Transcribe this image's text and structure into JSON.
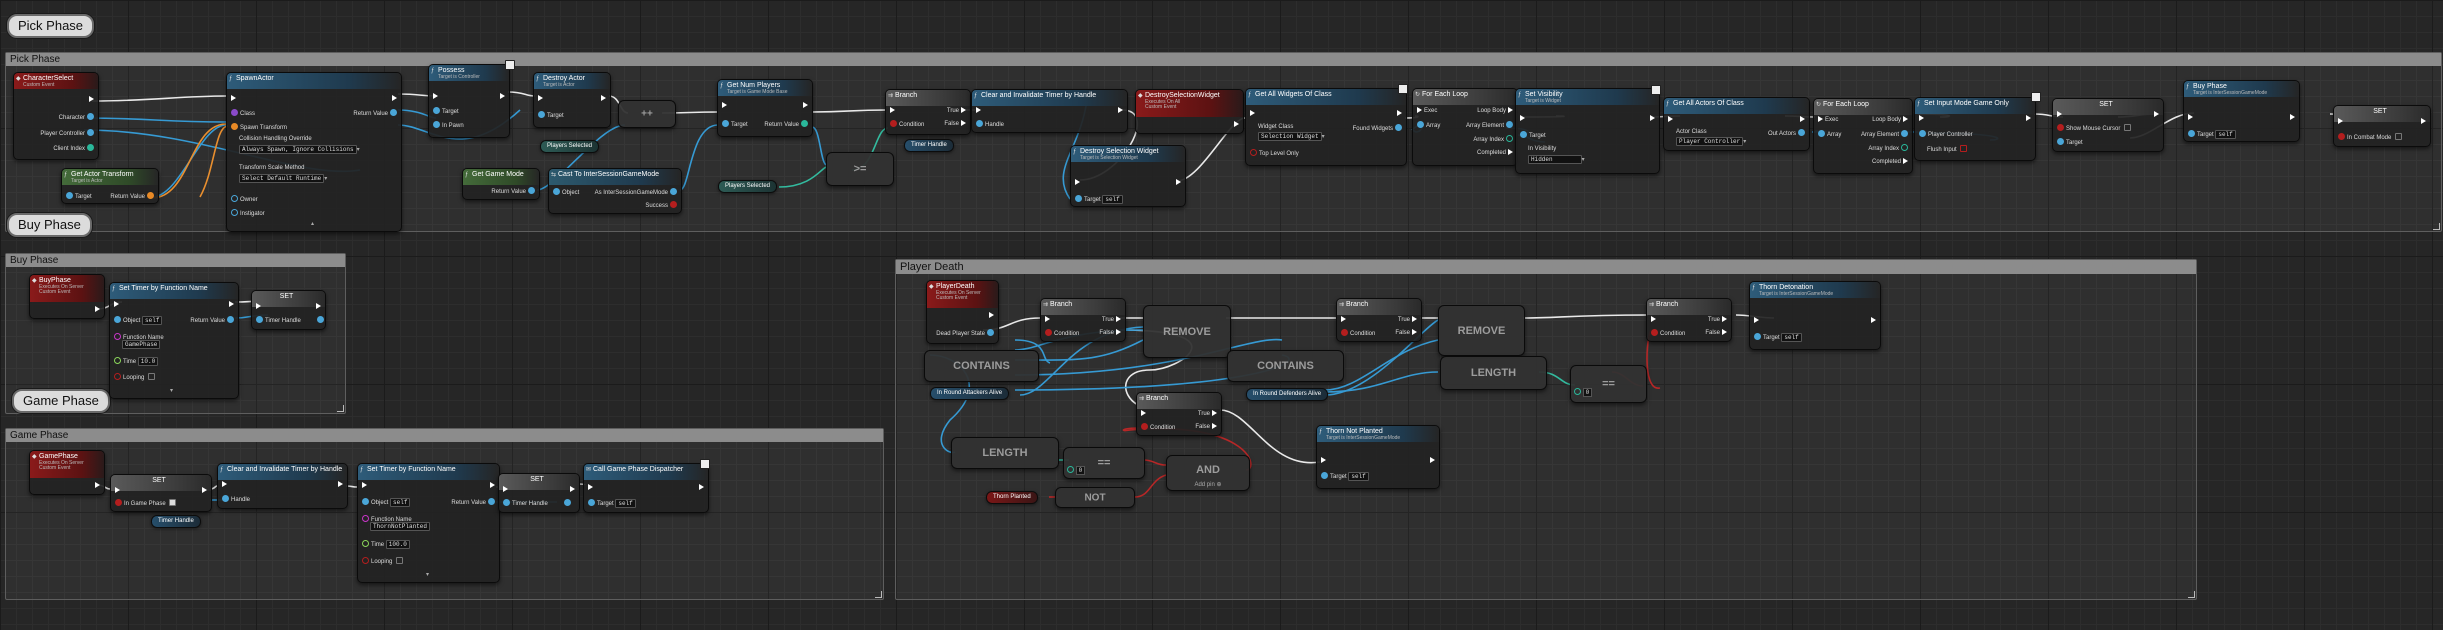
{
  "bubbles": {
    "pick": "Pick Phase",
    "buy": "Buy Phase",
    "game": "Game Phase"
  },
  "comments": {
    "pick": "Pick Phase",
    "buy": "Buy Phase",
    "game": "Game Phase",
    "death": "Player Death"
  },
  "nodes": {
    "character_select": {
      "title": "CharacterSelect",
      "subtitle": "Custom Event",
      "pins": [
        "Character",
        "Player Controller",
        "Client Index"
      ]
    },
    "spawn_actor": {
      "title": "SpawnActor",
      "pins": [
        "Class",
        "Spawn Transform",
        "Collision Handling Override",
        "Transform Scale Method",
        "Owner",
        "Instigator",
        "Return Value"
      ],
      "collision": "Always Spawn, Ignore Collisions",
      "scale_method": "Select Default Runtime"
    },
    "get_actor_transform": {
      "title": "Get Actor Transform",
      "subtitle": "Target is Actor",
      "pins": [
        "Target",
        "Return Value"
      ]
    },
    "possess": {
      "title": "Possess",
      "subtitle": "Target is Controller",
      "pins": [
        "Target",
        "In Pawn"
      ]
    },
    "destroy_actor": {
      "title": "Destroy Actor",
      "subtitle": "Target is Actor",
      "pins": [
        "Target"
      ]
    },
    "players_selected_1": "Players Selected",
    "get_num_players": {
      "title": "Get Num Players",
      "subtitle": "Target is Game Mode Base",
      "pins": [
        "Target",
        "Return Value"
      ]
    },
    "get_game_mode": {
      "title": "Get Game Mode",
      "pins": [
        "Return Value"
      ]
    },
    "cast_sg": {
      "title": "Cast To InterSessionGameMode",
      "pins": [
        "Object",
        "As InterSessionGameMode",
        "Success"
      ]
    },
    "players_selected_2": "Players Selected",
    "gte": ">=",
    "branch1": {
      "title": "Branch",
      "pins": [
        "Condition",
        "True",
        "False"
      ]
    },
    "timer_handle_1": "Timer Handle",
    "clear_timer_1": {
      "title": "Clear and Invalidate Timer by Handle",
      "pins": [
        "Handle"
      ]
    },
    "destroy_sel_widget_event": {
      "title": "DestroySelectionWidget",
      "subtitle": "Executes On All",
      "subtitle2": "Custom Event"
    },
    "destroy_sel_widget": {
      "title": "Destroy Selection Widget",
      "subtitle": "Target is Selection Widget",
      "pins": [
        "Target"
      ],
      "self": "self"
    },
    "get_all_widgets": {
      "title": "Get All Widgets Of Class",
      "pins": [
        "Widget Class",
        "Found Widgets",
        "Top Level Only"
      ],
      "widget_class": "Selection Widget"
    },
    "for_each_1": {
      "title": "For Each Loop",
      "pins": [
        "Exec",
        "Array",
        "Loop Body",
        "Array Element",
        "Array Index",
        "Completed"
      ]
    },
    "set_visibility": {
      "title": "Set Visibility",
      "subtitle": "Target is Widget",
      "pins": [
        "Target",
        "In Visibility"
      ],
      "visibility": "Hidden"
    },
    "get_all_actors": {
      "title": "Get All Actors Of Class",
      "pins": [
        "Actor Class",
        "Out Actors"
      ],
      "actor_class": "Player Controller"
    },
    "for_each_2": {
      "title": "For Each Loop",
      "pins": [
        "Exec",
        "Array",
        "Loop Body",
        "Array Element",
        "Array Index",
        "Completed"
      ]
    },
    "set_input_mode": {
      "title": "Set Input Mode Game Only",
      "pins": [
        "Player Controller",
        "Flush Input"
      ]
    },
    "set_cursor": {
      "title": "SET",
      "pins": [
        "Show Mouse Cursor",
        "Target"
      ]
    },
    "buy_phase_call": {
      "title": "Buy Phase",
      "subtitle": "Target is InterSessionGameMode",
      "pins": [
        "Target"
      ],
      "self": "self"
    },
    "set_combat": {
      "title": "SET",
      "pins": [
        "In Combat Mode"
      ]
    },
    "buy_phase_event": {
      "title": "BuyPhase",
      "subtitle": "Executes On Server",
      "subtitle2": "Custom Event"
    },
    "set_timer_buy": {
      "title": "Set Timer by Function Name",
      "pins": [
        "Object",
        "Function Name",
        "Time",
        "Looping",
        "Return Value"
      ],
      "object": "self",
      "function_name": "GamePhase",
      "time": "10.0"
    },
    "set_timer_handle_buy": {
      "title": "SET",
      "pins": [
        "Timer Handle"
      ]
    },
    "game_phase_event": {
      "title": "GamePhase",
      "subtitle": "Executes On Server",
      "subtitle2": "Custom Event"
    },
    "set_in_game": {
      "title": "SET",
      "pins": [
        "In Game Phase"
      ]
    },
    "timer_handle_2": "Timer Handle",
    "clear_timer_2": {
      "title": "Clear and Invalidate Timer by Handle",
      "pins": [
        "Handle"
      ]
    },
    "set_timer_game": {
      "title": "Set Timer by Function Name",
      "pins": [
        "Object",
        "Function Name",
        "Time",
        "Looping",
        "Return Value"
      ],
      "object": "self",
      "function_name": "ThornNotPlanted",
      "time": "100.0"
    },
    "set_timer_handle_game": {
      "title": "SET",
      "pins": [
        "Timer Handle"
      ]
    },
    "call_gp_dispatcher": {
      "title": "Call Game Phase Dispatcher",
      "pins": [
        "Target"
      ],
      "self": "self"
    },
    "player_death": {
      "title": "PlayerDeath",
      "subtitle": "Executes On Server",
      "subtitle2": "Custom Event",
      "pins": [
        "Dead Player State"
      ]
    },
    "branch_d1": {
      "title": "Branch",
      "pins": [
        "Condition",
        "True",
        "False"
      ]
    },
    "contains_1": "CONTAINS",
    "remove_1": "REMOVE",
    "in_round_attackers": "In Round Attackers Alive",
    "branch_d2": {
      "title": "Branch",
      "pins": [
        "Condition",
        "True",
        "False"
      ]
    },
    "contains_2": "CONTAINS",
    "remove_2": "REMOVE",
    "in_round_defenders": "In Round Defenders Alive",
    "length_1": "LENGTH",
    "eq_1": "==",
    "zero_1": "0",
    "branch_d3": {
      "title": "Branch",
      "pins": [
        "Condition",
        "True",
        "False"
      ]
    },
    "thorn_defenders": {
      "title": "Thorn Detonation",
      "subtitle": "Target is InterSessionGameMode",
      "pins": [
        "Target"
      ],
      "self": "self"
    },
    "length_2": "LENGTH",
    "eq_2": "==",
    "zero_2": "0",
    "branch_d4": {
      "title": "Branch",
      "pins": [
        "Condition",
        "True",
        "False"
      ]
    },
    "thorn_not_planted": {
      "title": "Thorn Not Planted",
      "subtitle": "Target is InterSessionGameMode",
      "pins": [
        "Target"
      ],
      "self": "self"
    },
    "and_node": {
      "label": "AND",
      "add_pin": "Add pin"
    },
    "not_node": "NOT",
    "thorn_planted": "Thorn Planted"
  }
}
